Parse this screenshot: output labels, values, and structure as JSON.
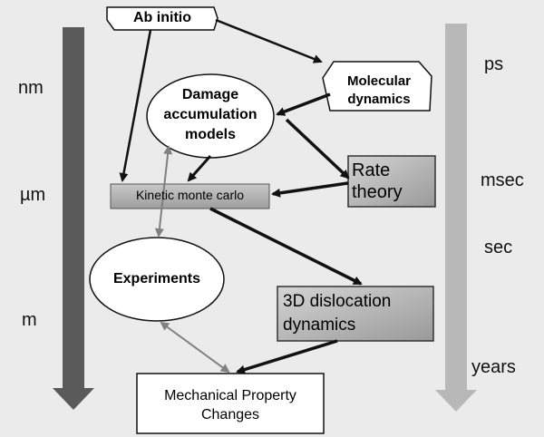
{
  "diagram": {
    "nodes": {
      "ab_initio": "Ab initio",
      "molecular_dynamics": [
        "Molecular",
        "dynamics"
      ],
      "damage_models": [
        "Damage",
        "accumulation",
        "models"
      ],
      "kinetic_mc": "Kinetic monte carlo",
      "rate_theory": [
        "Rate",
        "theory"
      ],
      "experiments": "Experiments",
      "dislocation_dynamics": [
        "3D dislocation",
        "dynamics"
      ],
      "mechanical": [
        "Mechanical Property",
        "Changes"
      ]
    },
    "length_scale": [
      "nm",
      "µm",
      "m"
    ],
    "time_scale": [
      "ps",
      "msec",
      "sec",
      "years"
    ],
    "colors": {
      "background": "#ebebeb",
      "left_arrow": "#5a5a5a",
      "right_arrow": "#b8b8b8",
      "box_fill": "#b0b0b0",
      "connector": "#111111",
      "feedback_connector": "#808080"
    }
  }
}
